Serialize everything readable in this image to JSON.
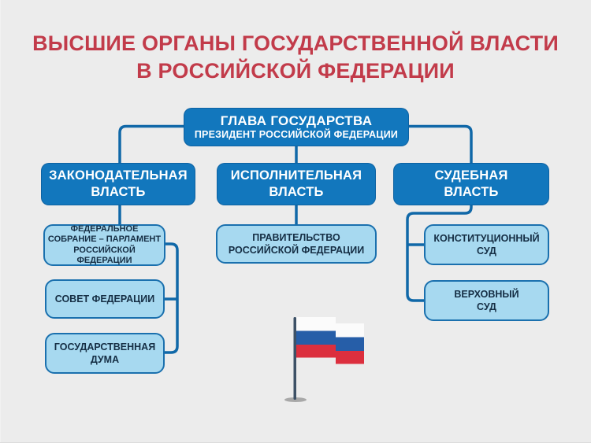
{
  "title": {
    "line1": "ВЫСШИЕ ОРГАНЫ ГОСУДАРСТВЕННОЙ ВЛАСТИ",
    "line2": "В РОССИЙСКОЙ ФЕДЕРАЦИИ"
  },
  "chart": {
    "head": {
      "title": "ГЛАВА ГОСУДАРСТВА",
      "subtitle": "ПРЕЗИДЕНТ РОССИЙСКОЙ ФЕДЕРАЦИИ"
    },
    "branches": [
      {
        "id": "legislative",
        "label": "ЗАКОНОДАТЕЛЬНАЯ\nВЛАСТЬ"
      },
      {
        "id": "executive",
        "label": "ИСПОЛНИТЕЛЬНАЯ\nВЛАСТЬ"
      },
      {
        "id": "judicial",
        "label": "СУДЕБНАЯ\nВЛАСТЬ"
      }
    ],
    "legislative_bodies": [
      {
        "label": "ФЕДЕРАЛЬНОЕ\nСОБРАНИЕ – ПАРЛАМЕНТ\nРОССИЙСКОЙ ФЕДЕРАЦИИ"
      },
      {
        "label": "СОВЕТ ФЕДЕРАЦИИ"
      },
      {
        "label": "ГОСУДАРСТВЕННАЯ\nДУМА"
      }
    ],
    "executive_bodies": [
      {
        "label": "ПРАВИТЕЛЬСТВО\nРОССИЙСКОЙ ФЕДЕРАЦИИ"
      }
    ],
    "judicial_bodies": [
      {
        "label": "КОНСТИТУЦИОННЫЙ\nСУД"
      },
      {
        "label": "ВЕРХОВНЫЙ\nСУД"
      }
    ]
  },
  "icons": {
    "flag": "russian-flag-icon"
  },
  "colors": {
    "background": "#ececec",
    "title_red": "#c23b4a",
    "box_blue": "#1277bd",
    "light_box_fill": "#a7d9f0",
    "light_box_border": "#1a70ae",
    "light_box_text": "#152e44",
    "connector": "#1068a8",
    "flag_white": "#fbfbfb",
    "flag_blue": "#265ea8",
    "flag_red": "#dc2f3e",
    "flag_pole": "#3d5166"
  }
}
